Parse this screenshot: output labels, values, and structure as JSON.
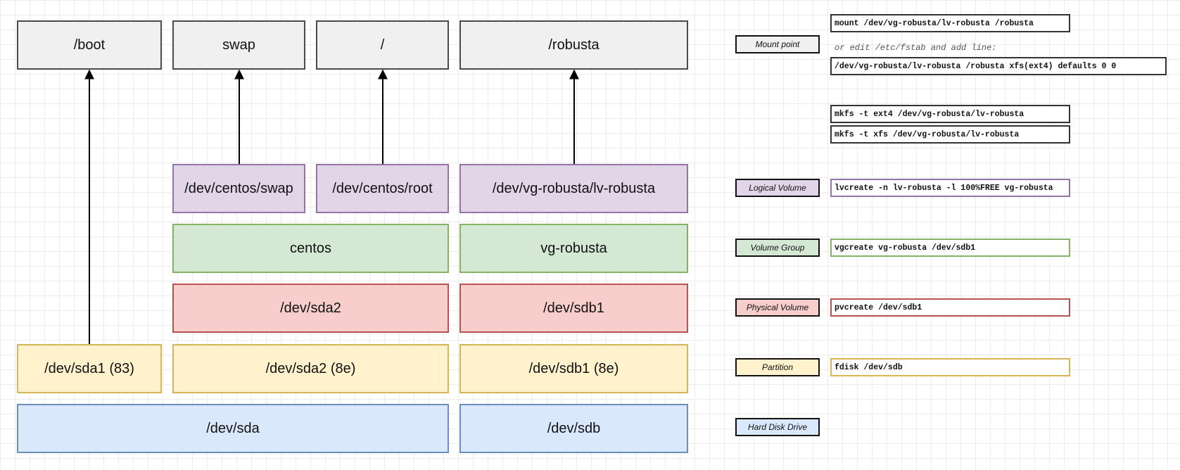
{
  "mount_points": {
    "boot": "/boot",
    "swap": "swap",
    "root": "/",
    "robusta": "/robusta"
  },
  "logical_volumes": {
    "centos_swap": "/dev/centos/swap",
    "centos_root": "/dev/centos/root",
    "lv_robusta": "/dev/vg-robusta/lv-robusta"
  },
  "volume_groups": {
    "centos": "centos",
    "vg_robusta": "vg-robusta"
  },
  "physical_volumes": {
    "sda2": "/dev/sda2",
    "sdb1": "/dev/sdb1"
  },
  "partitions": {
    "sda1": "/dev/sda1 (83)",
    "sda2": "/dev/sda2 (8e)",
    "sdb1": "/dev/sdb1 (8e)"
  },
  "disks": {
    "sda": "/dev/sda",
    "sdb": "/dev/sdb"
  },
  "legend": {
    "mount_point": "Mount point",
    "logical_volume": "Logical Volume",
    "volume_group": "Volume Group",
    "physical_volume": "Physical Volume",
    "partition": "Partition",
    "hard_disk_drive": "Hard Disk Drive"
  },
  "commands": {
    "mount": "mount /dev/vg-robusta/lv-robusta /robusta",
    "fstab_note": "or edit /etc/fstab and add line:",
    "fstab_line": "/dev/vg-robusta/lv-robusta /robusta xfs(ext4) defaults 0 0",
    "mkfs_ext4": "mkfs -t ext4 /dev/vg-robusta/lv-robusta",
    "mkfs_xfs": "mkfs -t xfs /dev/vg-robusta/lv-robusta",
    "lvcreate": "lvcreate -n lv-robusta -l 100%FREE vg-robusta",
    "vgcreate": "vgcreate vg-robusta /dev/sdb1",
    "pvcreate": "pvcreate /dev/sdb1",
    "fdisk": "fdisk /dev/sdb"
  },
  "colors": {
    "mount": "#f0f0f0",
    "logical_volume": "#e1d5e7",
    "volume_group": "#d5e8d4",
    "physical_volume": "#f8cecc",
    "partition": "#fff2cc",
    "disk": "#dae8fc"
  }
}
